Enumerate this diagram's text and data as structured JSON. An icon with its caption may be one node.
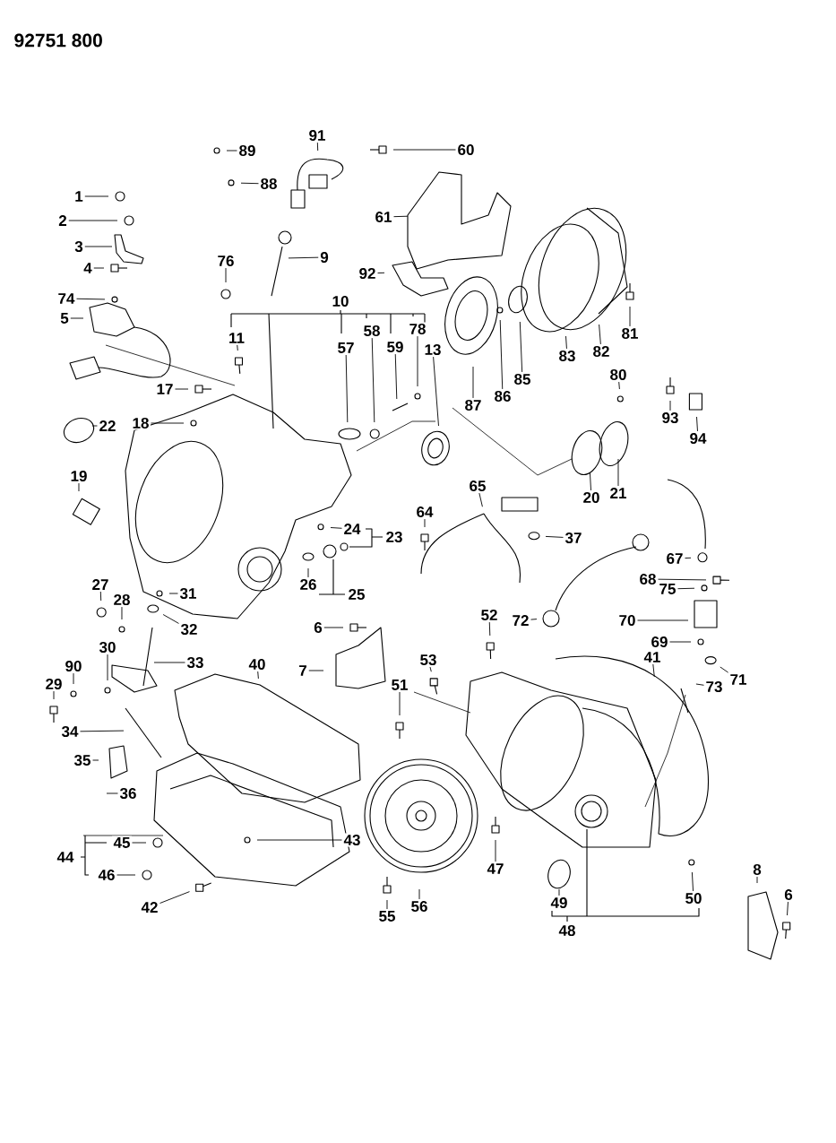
{
  "diagram": {
    "nodes": [
      {
        "text": [
          "91"
        ]
      },
      {
        "text": [
          "60"
        ]
      },
      {
        "text": [
          "89"
        ]
      },
      {
        "text": [
          "88"
        ]
      },
      {
        "text": [
          "1"
        ]
      },
      {
        "text": [
          "61"
        ]
      },
      {
        "text": [
          "2"
        ]
      },
      {
        "text": [
          "3"
        ]
      },
      {
        "text": [
          "9"
        ]
      },
      {
        "text": [
          "76"
        ]
      },
      {
        "text": [
          "4"
        ]
      },
      {
        "text": [
          "92"
        ]
      },
      {
        "text": [
          "74"
        ]
      },
      {
        "text": [
          "10"
        ]
      },
      {
        "text": [
          "5"
        ]
      },
      {
        "text": [
          "81"
        ]
      },
      {
        "text": [
          "11"
        ]
      },
      {
        "text": [
          "78"
        ]
      },
      {
        "text": [
          "58"
        ]
      },
      {
        "text": [
          "83"
        ]
      },
      {
        "text": [
          "57"
        ]
      },
      {
        "text": [
          "59"
        ]
      },
      {
        "text": [
          "13"
        ]
      },
      {
        "text": [
          "82"
        ]
      },
      {
        "text": [
          "80"
        ]
      },
      {
        "text": [
          "85"
        ]
      },
      {
        "text": [
          "17"
        ]
      },
      {
        "text": [
          "86"
        ]
      },
      {
        "text": [
          "87"
        ]
      },
      {
        "text": [
          "18"
        ]
      },
      {
        "text": [
          "93"
        ]
      },
      {
        "text": [
          "22"
        ]
      },
      {
        "text": [
          "94"
        ]
      },
      {
        "text": [
          "19"
        ]
      },
      {
        "text": [
          "65"
        ]
      },
      {
        "text": [
          "21"
        ]
      },
      {
        "text": [
          "20"
        ]
      },
      {
        "text": [
          "64"
        ]
      },
      {
        "text": [
          "24"
        ]
      },
      {
        "text": [
          "23"
        ]
      },
      {
        "text": [
          "37"
        ]
      },
      {
        "text": [
          "67"
        ]
      },
      {
        "text": [
          "68"
        ]
      },
      {
        "text": [
          "26"
        ]
      },
      {
        "text": [
          "27"
        ]
      },
      {
        "text": [
          "25"
        ]
      },
      {
        "text": [
          "31"
        ]
      },
      {
        "text": [
          "75"
        ]
      },
      {
        "text": [
          "28"
        ]
      },
      {
        "text": [
          "70"
        ]
      },
      {
        "text": [
          "52"
        ]
      },
      {
        "text": [
          "72"
        ]
      },
      {
        "text": [
          "6"
        ]
      },
      {
        "text": [
          "32"
        ]
      },
      {
        "text": [
          "69"
        ]
      },
      {
        "text": [
          "30"
        ]
      },
      {
        "text": [
          "71"
        ]
      },
      {
        "text": [
          "41"
        ]
      },
      {
        "text": [
          "53"
        ]
      },
      {
        "text": [
          "33"
        ]
      },
      {
        "text": [
          "90"
        ]
      },
      {
        "text": [
          "40"
        ]
      },
      {
        "text": [
          "7"
        ]
      },
      {
        "text": [
          "29"
        ]
      },
      {
        "text": [
          "51"
        ]
      },
      {
        "text": [
          "73"
        ]
      },
      {
        "text": [
          "34"
        ]
      },
      {
        "text": [
          "35"
        ]
      },
      {
        "text": [
          "36"
        ]
      },
      {
        "text": [
          "43"
        ]
      },
      {
        "text": [
          "44"
        ]
      },
      {
        "text": [
          "45"
        ]
      },
      {
        "text": [
          "46"
        ]
      },
      {
        "text": [
          "47"
        ]
      },
      {
        "text": [
          "8"
        ]
      },
      {
        "text": [
          "50"
        ]
      },
      {
        "text": [
          "6"
        ]
      },
      {
        "text": [
          "49"
        ]
      },
      {
        "text": [
          "56"
        ]
      },
      {
        "text": [
          "42"
        ]
      },
      {
        "text": [
          "55"
        ]
      },
      {
        "text": [
          "48"
        ]
      }
    ],
    "edges": [
      {
        "from": 0,
        "to": null,
        "arrow": "none"
      },
      {
        "from": 1,
        "to": null,
        "arrow": "none"
      },
      {
        "from": 2,
        "to": null,
        "arrow": "none"
      },
      {
        "from": 3,
        "to": null,
        "arrow": "none"
      },
      {
        "from": 4,
        "to": null,
        "arrow": "none"
      },
      {
        "from": 5,
        "to": null,
        "arrow": "none"
      },
      {
        "from": 6,
        "to": null,
        "arrow": "none"
      },
      {
        "from": 7,
        "to": null,
        "arrow": "none"
      },
      {
        "from": 8,
        "to": null,
        "arrow": "none"
      },
      {
        "from": 9,
        "to": null,
        "arrow": "none"
      },
      {
        "from": 10,
        "to": null,
        "arrow": "none"
      },
      {
        "from": 11,
        "to": null,
        "arrow": "none"
      },
      {
        "from": 12,
        "to": null,
        "arrow": "none"
      },
      {
        "from": 14,
        "to": null,
        "arrow": "none"
      },
      {
        "from": 15,
        "to": null,
        "arrow": "none"
      },
      {
        "from": 16,
        "to": null,
        "arrow": "none"
      },
      {
        "from": 17,
        "to": null,
        "arrow": "none"
      },
      {
        "from": 18,
        "to": null,
        "arrow": "none"
      },
      {
        "from": 19,
        "to": null,
        "arrow": "none"
      },
      {
        "from": 20,
        "to": null,
        "arrow": "none"
      },
      {
        "from": 21,
        "to": null,
        "arrow": "none"
      },
      {
        "from": 22,
        "to": null,
        "arrow": "none"
      },
      {
        "from": 23,
        "to": null,
        "arrow": "none"
      },
      {
        "from": 24,
        "to": null,
        "arrow": "none"
      },
      {
        "from": 25,
        "to": null,
        "arrow": "none"
      },
      {
        "from": 26,
        "to": null,
        "arrow": "none"
      },
      {
        "from": 27,
        "to": null,
        "arrow": "none"
      },
      {
        "from": 28,
        "to": null,
        "arrow": "none"
      },
      {
        "from": 29,
        "to": null,
        "arrow": "none"
      },
      {
        "from": 30,
        "to": null,
        "arrow": "none"
      },
      {
        "from": 31,
        "to": null,
        "arrow": "none"
      },
      {
        "from": 32,
        "to": null,
        "arrow": "none"
      },
      {
        "from": 33,
        "to": null,
        "arrow": "none"
      },
      {
        "from": 34,
        "to": null,
        "arrow": "none"
      },
      {
        "from": 35,
        "to": null,
        "arrow": "none"
      },
      {
        "from": 36,
        "to": null,
        "arrow": "none"
      },
      {
        "from": 37,
        "to": null,
        "arrow": "none"
      },
      {
        "from": 38,
        "to": null,
        "arrow": "none"
      },
      {
        "from": 40,
        "to": null,
        "arrow": "none"
      },
      {
        "from": 41,
        "to": null,
        "arrow": "none"
      },
      {
        "from": 42,
        "to": null,
        "arrow": "none"
      },
      {
        "from": 43,
        "to": null,
        "arrow": "none"
      },
      {
        "from": 44,
        "to": null,
        "arrow": "none"
      },
      {
        "from": 46,
        "to": null,
        "arrow": "none"
      },
      {
        "from": 47,
        "to": null,
        "arrow": "none"
      },
      {
        "from": 48,
        "to": null,
        "arrow": "none"
      },
      {
        "from": 49,
        "to": null,
        "arrow": "none"
      },
      {
        "from": 50,
        "to": null,
        "arrow": "none"
      },
      {
        "from": 51,
        "to": null,
        "arrow": "none"
      },
      {
        "from": 52,
        "to": null,
        "arrow": "none"
      },
      {
        "from": 53,
        "to": null,
        "arrow": "none"
      },
      {
        "from": 54,
        "to": null,
        "arrow": "none"
      },
      {
        "from": 55,
        "to": null,
        "arrow": "none"
      },
      {
        "from": 56,
        "to": null,
        "arrow": "none"
      },
      {
        "from": 57,
        "to": null,
        "arrow": "none"
      },
      {
        "from": 58,
        "to": null,
        "arrow": "none"
      },
      {
        "from": 59,
        "to": null,
        "arrow": "none"
      },
      {
        "from": 60,
        "to": null,
        "arrow": "none"
      },
      {
        "from": 61,
        "to": null,
        "arrow": "none"
      },
      {
        "from": 62,
        "to": null,
        "arrow": "none"
      },
      {
        "from": 63,
        "to": null,
        "arrow": "none"
      },
      {
        "from": 64,
        "to": null,
        "arrow": "none"
      },
      {
        "from": 65,
        "to": null,
        "arrow": "none"
      },
      {
        "from": 66,
        "to": null,
        "arrow": "none"
      },
      {
        "from": 67,
        "to": null,
        "arrow": "none"
      },
      {
        "from": 68,
        "to": null,
        "arrow": "none"
      },
      {
        "from": 69,
        "to": null,
        "arrow": "none"
      },
      {
        "from": 71,
        "to": null,
        "arrow": "none"
      },
      {
        "from": 72,
        "to": null,
        "arrow": "none"
      },
      {
        "from": 73,
        "to": null,
        "arrow": "none"
      },
      {
        "from": 74,
        "to": null,
        "arrow": "none"
      },
      {
        "from": 75,
        "to": null,
        "arrow": "none"
      },
      {
        "from": 76,
        "to": null,
        "arrow": "none"
      },
      {
        "from": 77,
        "to": null,
        "arrow": "none"
      },
      {
        "from": 78,
        "to": null,
        "arrow": "none"
      },
      {
        "from": 79,
        "to": null,
        "arrow": "none"
      },
      {
        "from": 80,
        "to": null,
        "arrow": "none"
      }
    ],
    "labels": [
      "92751 800"
    ]
  }
}
